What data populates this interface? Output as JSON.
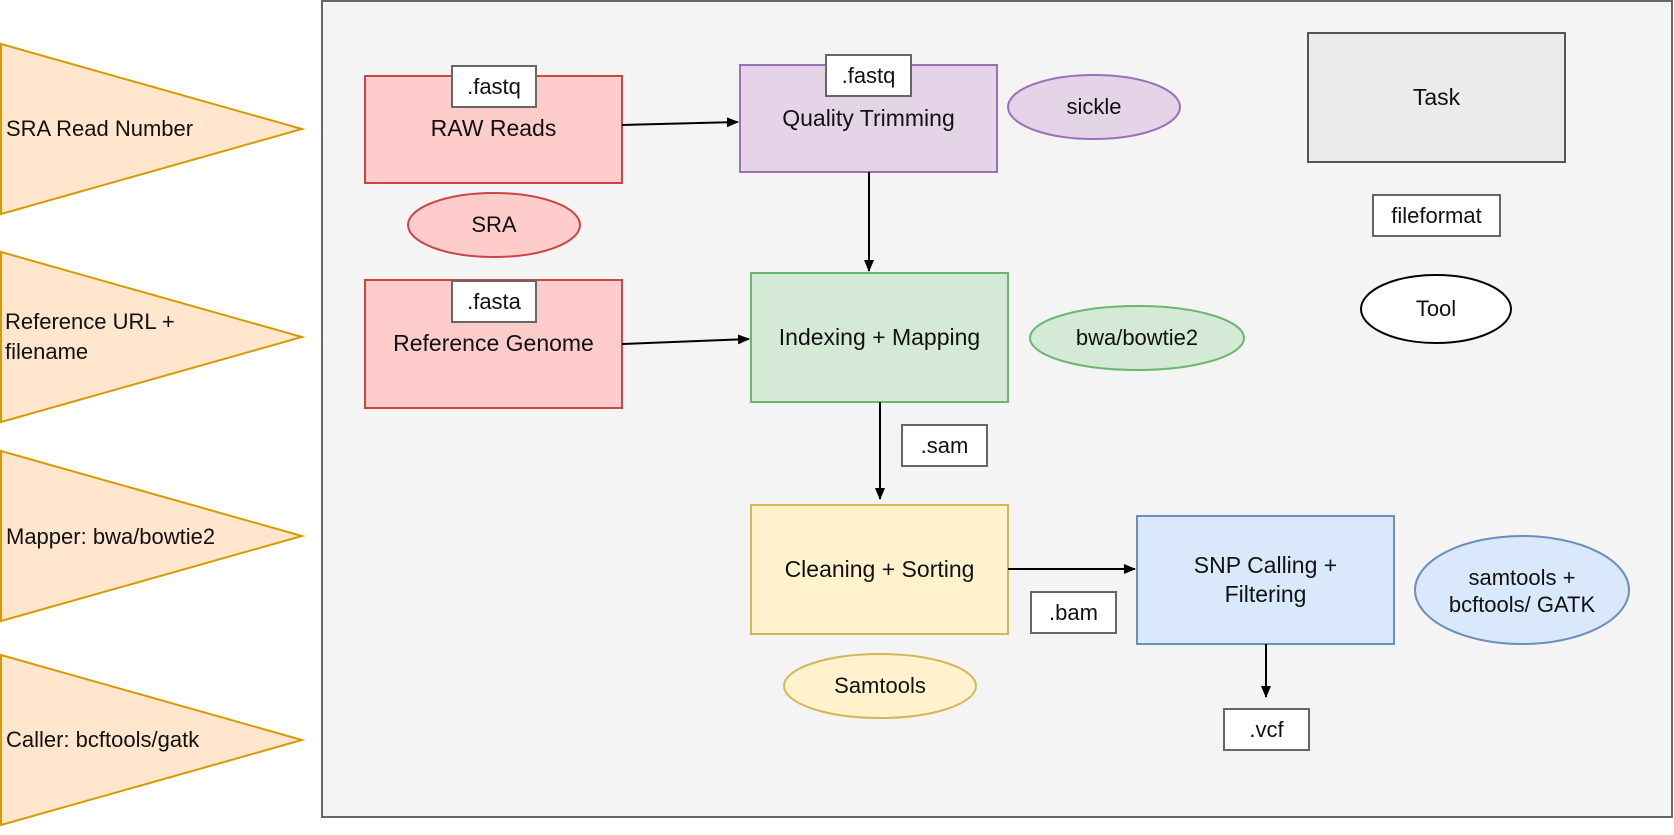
{
  "colors": {
    "panel_fill": "#f4f4f4",
    "panel_stroke": "#666666",
    "input_fill": "#ffe6cc",
    "input_stroke": "#d79b00",
    "red_fill": "#ffcccc",
    "red_stroke": "#cc4444",
    "purple_fill": "#e5d4e8",
    "purple_stroke": "#9c6fb8",
    "green_fill": "#d5ead6",
    "green_stroke": "#6ab86e",
    "yellow_fill": "#fff2cc",
    "yellow_stroke": "#d6b656",
    "blue_fill": "#dae8fc",
    "blue_stroke": "#6c8ebf",
    "legend_fill": "#ebebeb",
    "legend_stroke": "#555555"
  },
  "inputs": [
    {
      "text": "SRA Read Number"
    },
    {
      "text": "Reference URL + filename"
    },
    {
      "text": "Mapper: bwa/bowtie2"
    },
    {
      "text": "Caller: bcftools/gatk"
    }
  ],
  "tasks": {
    "raw_reads": "RAW Reads",
    "quality_trimming": "Quality Trimming",
    "reference_genome": "Reference Genome",
    "indexing_mapping": "Indexing + Mapping",
    "cleaning_sorting": "Cleaning + Sorting",
    "snp_calling": "SNP Calling + Filtering"
  },
  "formats": {
    "raw_fastq": ".fastq",
    "trim_fastq": ".fastq",
    "fasta": ".fasta",
    "sam": ".sam",
    "bam": ".bam",
    "vcf": ".vcf"
  },
  "tools": {
    "sra": "SRA",
    "sickle": "sickle",
    "bwa_bowtie2": "bwa/bowtie2",
    "samtools": "Samtools",
    "samtools_bcftools_gatk": "samtools + bcftools/ GATK"
  },
  "legend": {
    "task": "Task",
    "fileformat": "fileformat",
    "tool": "Tool"
  }
}
